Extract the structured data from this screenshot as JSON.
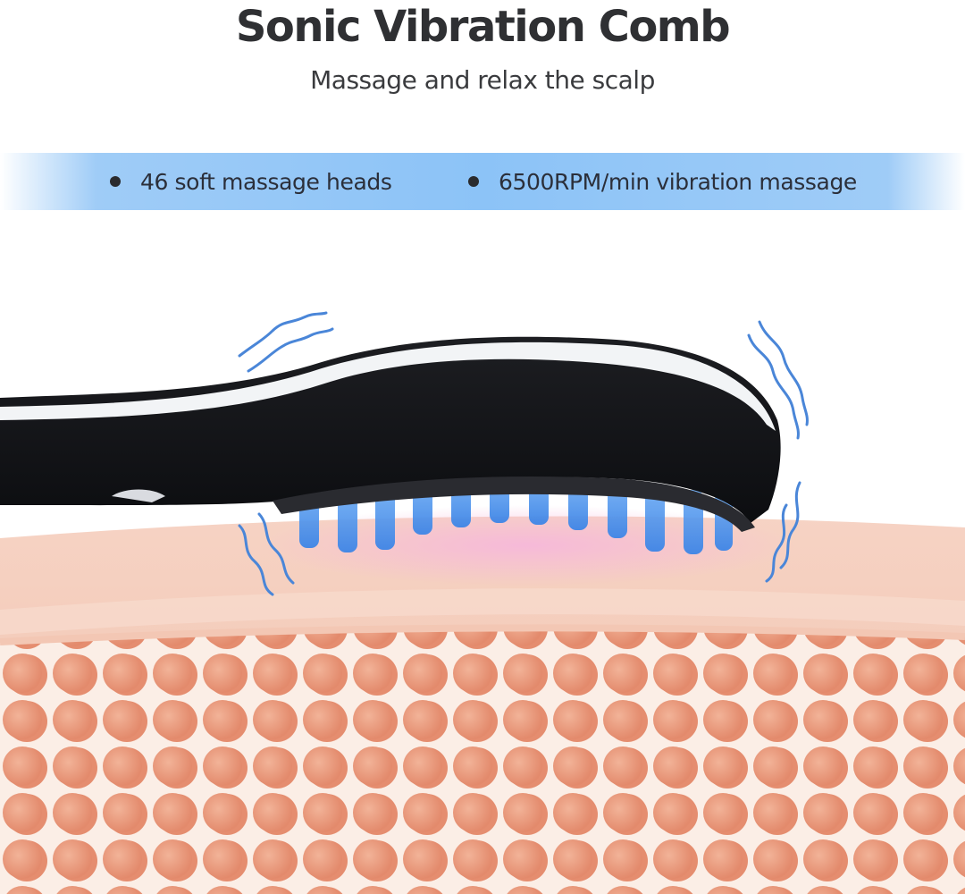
{
  "header": {
    "title": "Sonic Vibration Comb",
    "subtitle": "Massage and relax the scalp"
  },
  "features": [
    {
      "icon": "bullet-dot-icon",
      "label": "46 soft massage heads"
    },
    {
      "icon": "bullet-dot-icon",
      "label": "6500RPM/min vibration massage"
    }
  ],
  "illustration": {
    "subject": "black vibrating comb with blue-lit bristles on a cross-section of scalp skin",
    "colors": {
      "banner_blue": "#8cc3f7",
      "comb_black": "#121316",
      "bristle_blue": "#5a9ef0",
      "vibration_lines": "#4a86d8",
      "skin_surface": "#f4c9b6",
      "skin_glow": "#f7c8dc",
      "cells": "#e9967a"
    }
  }
}
